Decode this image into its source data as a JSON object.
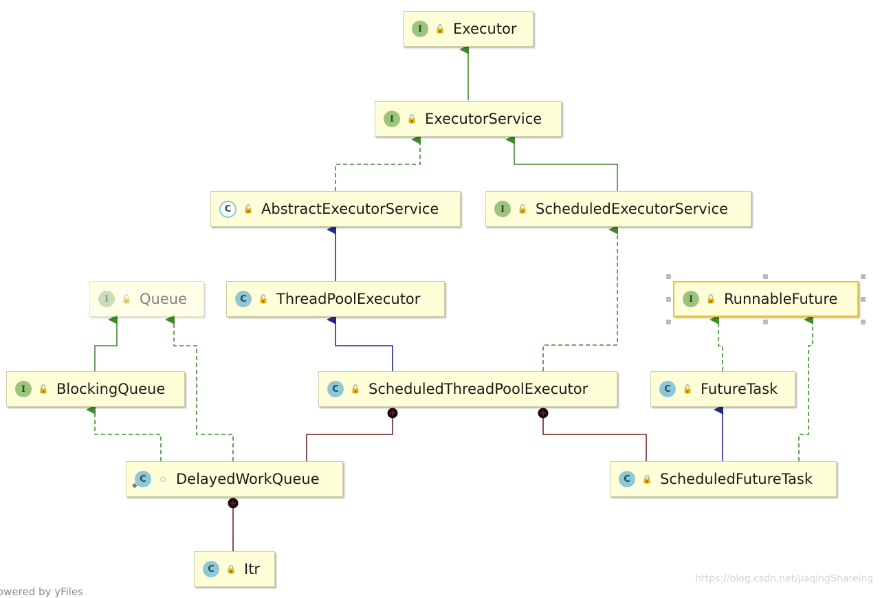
{
  "nodes": [
    {
      "id": "executor",
      "label": "Executor",
      "kind": "interface",
      "badge": "I",
      "visibility": "public"
    },
    {
      "id": "executorservice",
      "label": "ExecutorService",
      "kind": "interface",
      "badge": "I",
      "visibility": "public"
    },
    {
      "id": "abstractexecutorservice",
      "label": "AbstractExecutorService",
      "kind": "abstract-class",
      "badge": "C",
      "visibility": "public"
    },
    {
      "id": "scheduledexecutorservice",
      "label": "ScheduledExecutorService",
      "kind": "interface",
      "badge": "I",
      "visibility": "public"
    },
    {
      "id": "queue",
      "label": "Queue",
      "kind": "interface",
      "badge": "I",
      "visibility": "public"
    },
    {
      "id": "threadpoolexecutor",
      "label": "ThreadPoolExecutor",
      "kind": "class",
      "badge": "C",
      "visibility": "public"
    },
    {
      "id": "runnablefuture",
      "label": "RunnableFuture",
      "kind": "interface",
      "badge": "I",
      "visibility": "public"
    },
    {
      "id": "blockingqueue",
      "label": "BlockingQueue",
      "kind": "interface",
      "badge": "I",
      "visibility": "public"
    },
    {
      "id": "scheduledthreadpoolexecutor",
      "label": "ScheduledThreadPoolExecutor",
      "kind": "class",
      "badge": "C",
      "visibility": "public"
    },
    {
      "id": "futuretask",
      "label": "FutureTask",
      "kind": "class",
      "badge": "C",
      "visibility": "public"
    },
    {
      "id": "delayedworkqueue",
      "label": "DelayedWorkQueue",
      "kind": "static-class",
      "badge": "C",
      "visibility": "package-private"
    },
    {
      "id": "scheduledfuturetask",
      "label": "ScheduledFutureTask",
      "kind": "class",
      "badge": "C",
      "visibility": "private"
    },
    {
      "id": "itr",
      "label": "Itr",
      "kind": "class",
      "badge": "C",
      "visibility": "private"
    }
  ],
  "edges": [
    {
      "from": "executorservice",
      "to": "executor",
      "type": "extends-interface"
    },
    {
      "from": "abstractexecutorservice",
      "to": "executorservice",
      "type": "implements"
    },
    {
      "from": "scheduledexecutorservice",
      "to": "executorservice",
      "type": "extends-interface"
    },
    {
      "from": "threadpoolexecutor",
      "to": "abstractexecutorservice",
      "type": "extends-class"
    },
    {
      "from": "scheduledthreadpoolexecutor",
      "to": "threadpoolexecutor",
      "type": "extends-class"
    },
    {
      "from": "scheduledthreadpoolexecutor",
      "to": "scheduledexecutorservice",
      "type": "implements"
    },
    {
      "from": "blockingqueue",
      "to": "queue",
      "type": "extends-interface"
    },
    {
      "from": "delayedworkqueue",
      "to": "blockingqueue",
      "type": "implements"
    },
    {
      "from": "delayedworkqueue",
      "to": "queue",
      "type": "implements"
    },
    {
      "from": "futuretask",
      "to": "runnablefuture",
      "type": "implements"
    },
    {
      "from": "scheduledfuturetask",
      "to": "futuretask",
      "type": "extends-class"
    },
    {
      "from": "scheduledfuturetask",
      "to": "runnablefuture",
      "type": "implements"
    },
    {
      "from": "scheduledthreadpoolexecutor",
      "to": "delayedworkqueue",
      "type": "inner-class"
    },
    {
      "from": "scheduledthreadpoolexecutor",
      "to": "scheduledfuturetask",
      "type": "inner-class"
    },
    {
      "from": "delayedworkqueue",
      "to": "itr",
      "type": "inner-class"
    }
  ],
  "selected_node": "runnablefuture",
  "faded_node": "queue",
  "colors": {
    "node_fill": "#fefed8",
    "node_border": "#cfcfa8",
    "interface_badge": "#9dc47c",
    "class_badge": "#8ec8d6",
    "interface_edge": "#3f8a2b",
    "class_edge": "#1f2a8a",
    "inner_edge": "#7a1f1f",
    "selection_border": "#e8c43a"
  },
  "watermark": "https://blog.csdn.net/jiaqingShareing",
  "footer_note": "owered by yFiles"
}
